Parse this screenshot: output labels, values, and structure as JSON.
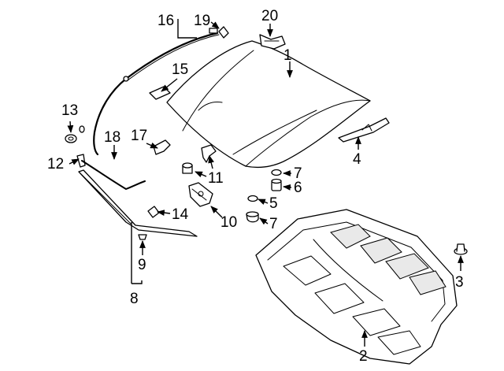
{
  "callouts": [
    {
      "id": "c1",
      "number": "1"
    },
    {
      "id": "c2",
      "number": "2"
    },
    {
      "id": "c3",
      "number": "3"
    },
    {
      "id": "c4",
      "number": "4"
    },
    {
      "id": "c5",
      "number": "5"
    },
    {
      "id": "c6",
      "number": "6"
    },
    {
      "id": "c7a",
      "number": "7"
    },
    {
      "id": "c7b",
      "number": "7"
    },
    {
      "id": "c8",
      "number": "8"
    },
    {
      "id": "c9",
      "number": "9"
    },
    {
      "id": "c10",
      "number": "10"
    },
    {
      "id": "c11",
      "number": "11"
    },
    {
      "id": "c12",
      "number": "12"
    },
    {
      "id": "c13",
      "number": "13"
    },
    {
      "id": "c14",
      "number": "14"
    },
    {
      "id": "c15",
      "number": "15"
    },
    {
      "id": "c16",
      "number": "16"
    },
    {
      "id": "c17",
      "number": "17"
    },
    {
      "id": "c18",
      "number": "18"
    },
    {
      "id": "c19",
      "number": "19"
    },
    {
      "id": "c20",
      "number": "20"
    }
  ]
}
